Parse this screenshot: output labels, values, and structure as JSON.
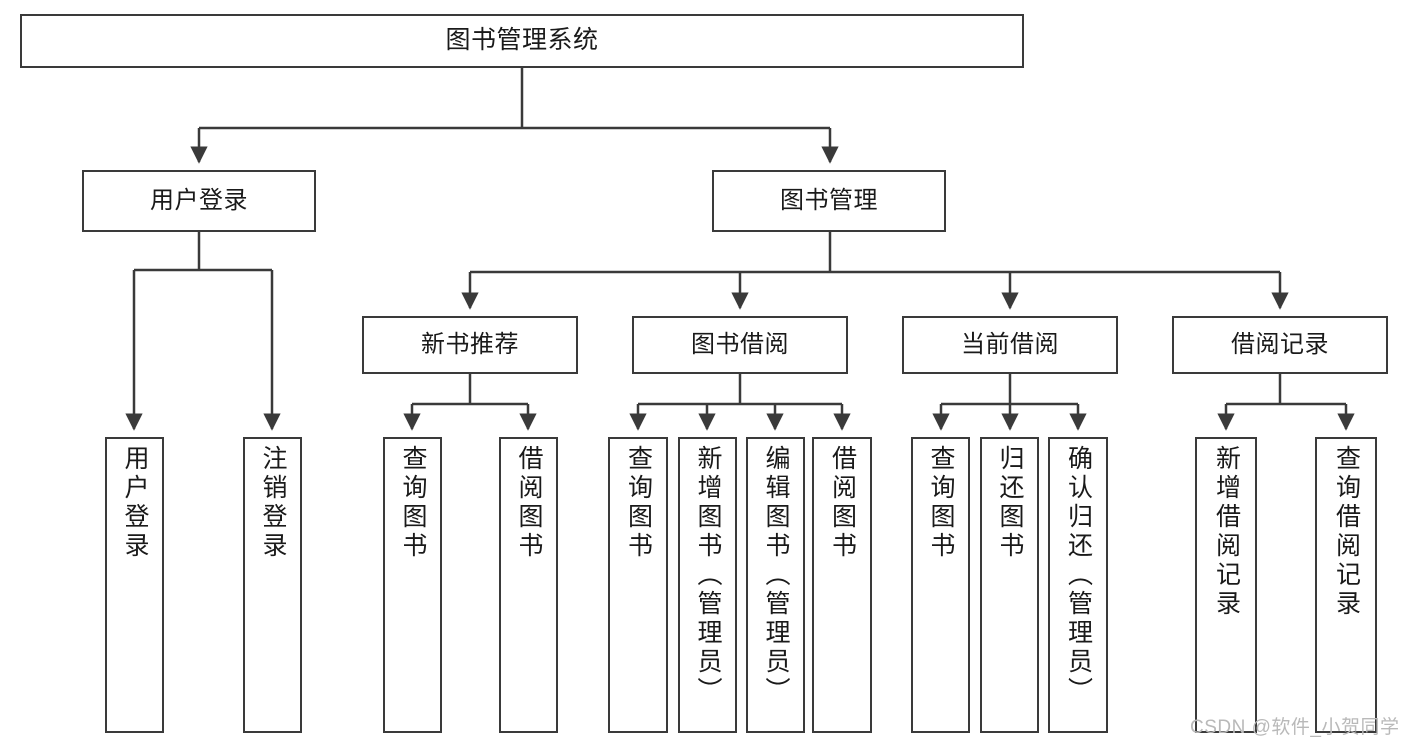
{
  "diagram": {
    "title": "图书管理系统",
    "watermark": "CSDN @软件_小贺同学",
    "colors": {
      "stroke": "#3a3a3a",
      "fill": "#ffffff",
      "text": "#1a1a1a",
      "watermark": "#b9b9b9"
    },
    "nodes": {
      "root": {
        "label": "图书管理系统",
        "level": 1,
        "orientation": "horizontal"
      },
      "user_login": {
        "label": "用户登录",
        "level": 2,
        "orientation": "horizontal"
      },
      "book_manage": {
        "label": "图书管理",
        "level": 2,
        "orientation": "horizontal"
      },
      "new_book_rec": {
        "label": "新书推荐",
        "level": 3,
        "orientation": "horizontal"
      },
      "book_borrow": {
        "label": "图书借阅",
        "level": 3,
        "orientation": "horizontal"
      },
      "current_borrow": {
        "label": "当前借阅",
        "level": 3,
        "orientation": "horizontal"
      },
      "borrow_record": {
        "label": "借阅记录",
        "level": 3,
        "orientation": "horizontal"
      },
      "leaf_user_login": {
        "label": "用户登录",
        "level": 4,
        "orientation": "vertical"
      },
      "leaf_user_logout": {
        "label": "注销登录",
        "level": 4,
        "orientation": "vertical"
      },
      "leaf_query_book_1": {
        "label": "查询图书",
        "level": 4,
        "orientation": "vertical"
      },
      "leaf_borrow_book_1": {
        "label": "借阅图书",
        "level": 4,
        "orientation": "vertical"
      },
      "leaf_query_book_2": {
        "label": "查询图书",
        "level": 4,
        "orientation": "vertical"
      },
      "leaf_add_book": {
        "label": "新增图书（管理员）",
        "level": 4,
        "orientation": "vertical"
      },
      "leaf_edit_book": {
        "label": "编辑图书（管理员）",
        "level": 4,
        "orientation": "vertical"
      },
      "leaf_borrow_book_2": {
        "label": "借阅图书",
        "level": 4,
        "orientation": "vertical"
      },
      "leaf_query_book_3": {
        "label": "查询图书",
        "level": 4,
        "orientation": "vertical"
      },
      "leaf_return_book": {
        "label": "归还图书",
        "level": 4,
        "orientation": "vertical"
      },
      "leaf_confirm_return": {
        "label": "确认归还（管理员）",
        "level": 4,
        "orientation": "vertical"
      },
      "leaf_add_record": {
        "label": "新增借阅记录",
        "level": 4,
        "orientation": "vertical"
      },
      "leaf_query_record": {
        "label": "查询借阅记录",
        "level": 4,
        "orientation": "vertical"
      }
    },
    "edges": [
      {
        "from": "root",
        "to": "user_login"
      },
      {
        "from": "root",
        "to": "book_manage"
      },
      {
        "from": "user_login",
        "to": "leaf_user_login"
      },
      {
        "from": "user_login",
        "to": "leaf_user_logout"
      },
      {
        "from": "book_manage",
        "to": "new_book_rec"
      },
      {
        "from": "book_manage",
        "to": "book_borrow"
      },
      {
        "from": "book_manage",
        "to": "current_borrow"
      },
      {
        "from": "book_manage",
        "to": "borrow_record"
      },
      {
        "from": "new_book_rec",
        "to": "leaf_query_book_1"
      },
      {
        "from": "new_book_rec",
        "to": "leaf_borrow_book_1"
      },
      {
        "from": "book_borrow",
        "to": "leaf_query_book_2"
      },
      {
        "from": "book_borrow",
        "to": "leaf_add_book"
      },
      {
        "from": "book_borrow",
        "to": "leaf_edit_book"
      },
      {
        "from": "book_borrow",
        "to": "leaf_borrow_book_2"
      },
      {
        "from": "current_borrow",
        "to": "leaf_query_book_3"
      },
      {
        "from": "current_borrow",
        "to": "leaf_return_book"
      },
      {
        "from": "current_borrow",
        "to": "leaf_confirm_return"
      },
      {
        "from": "borrow_record",
        "to": "leaf_add_record"
      },
      {
        "from": "borrow_record",
        "to": "leaf_query_record"
      }
    ]
  }
}
